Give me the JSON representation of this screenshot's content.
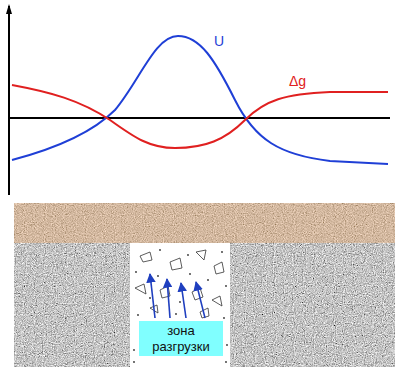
{
  "diagram": {
    "nodes": [
      {
        "text": [
          "зона разгрузки"
        ]
      }
    ],
    "labels": [
      "U",
      "Δg"
    ]
  }
}
